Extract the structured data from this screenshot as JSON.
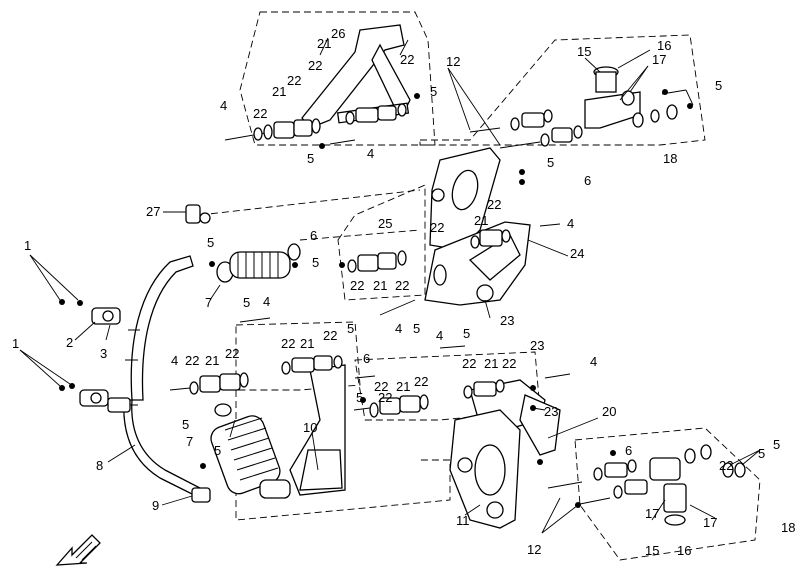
{
  "diagram": {
    "callouts": {
      "c1a": "1",
      "c1b": "1",
      "c2": "2",
      "c3": "3",
      "c4a": "4",
      "c4b": "4",
      "c4c": "4",
      "c4d": "4",
      "c4e": "4",
      "c4f": "4",
      "c4g": "4",
      "c4h": "4",
      "c5a": "5",
      "c5b": "5",
      "c5c": "5",
      "c5d": "5",
      "c5e": "5",
      "c5f": "5",
      "c5g": "5",
      "c5h": "5",
      "c5i": "5",
      "c5j": "5",
      "c5k": "5",
      "c5l": "5",
      "c5m": "5",
      "c5n": "5",
      "c5o": "5",
      "c6a": "6",
      "c6b": "6",
      "c6c": "6",
      "c6d": "6",
      "c7a": "7",
      "c7b": "7",
      "c8": "8",
      "c9": "9",
      "c10": "10",
      "c11": "11",
      "c12a": "12",
      "c12b": "12",
      "c15a": "15",
      "c15b": "15",
      "c16a": "16",
      "c16b": "16",
      "c17a": "17",
      "c17b": "17",
      "c17c": "17",
      "c18a": "18",
      "c18b": "18",
      "c20": "20",
      "c21a": "21",
      "c21b": "21",
      "c21c": "21",
      "c21d": "21",
      "c21e": "21",
      "c21f": "21",
      "c21g": "21",
      "c21h": "21",
      "c22a": "22",
      "c22b": "22",
      "c22c": "22",
      "c22d": "22",
      "c22e": "22",
      "c22f": "22",
      "c22g": "22",
      "c22h": "22",
      "c22i": "22",
      "c22j": "22",
      "c22k": "22",
      "c22l": "22",
      "c22m": "22",
      "c22n": "22",
      "c22o": "22",
      "c22p": "22",
      "c22q": "22",
      "c22r": "22",
      "c23a": "23",
      "c23b": "23",
      "c23c": "23",
      "c24": "24",
      "c25": "25",
      "c26": "26",
      "c27": "27"
    }
  }
}
